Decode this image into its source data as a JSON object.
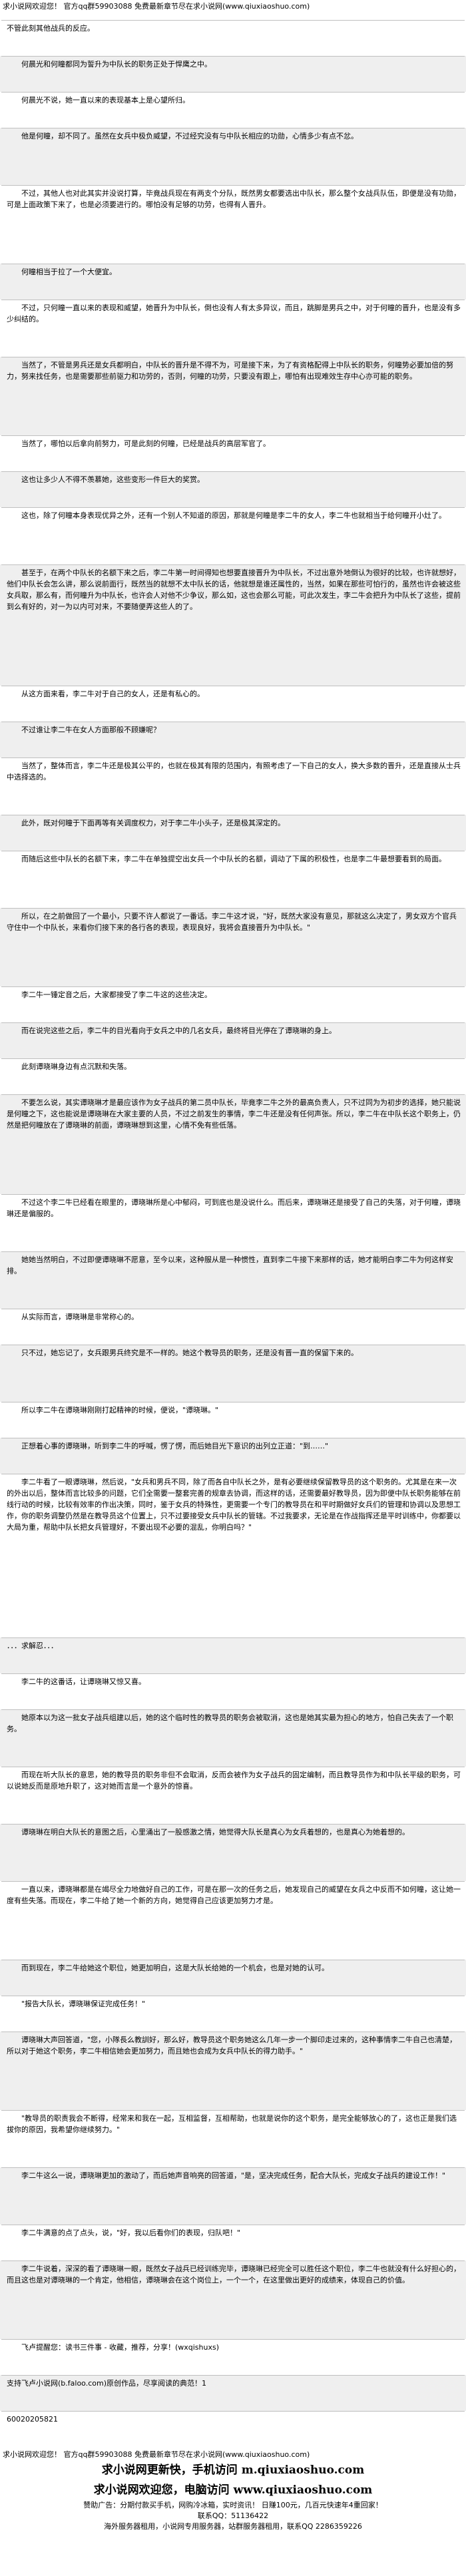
{
  "header": {
    "text": "求小说网欢迎您！ 官方qq群59903088 免费最新章节尽在求小说网(www.qiuxiaoshuo.com)"
  },
  "paragraphs": [
    {
      "text": "不管此刻其他战兵的反应。",
      "indent": false,
      "dim": false
    },
    {
      "text": "何晨光和何瞳都同为誓升为中队长的职务正处于悍鹰之中。",
      "indent": true,
      "dim": false
    },
    {
      "text": "何晨光不说，她一直以来的表现基本上是心望所归。",
      "indent": true,
      "dim": false
    },
    {
      "text": "他是何瞳，却不同了。虽然在女兵中极负威望，不过经究没有与中队长相应的功勋，心情多少有点不忿。",
      "indent": true,
      "dim": false
    },
    {
      "text": "不过，其他人也对此其实并没说打算，毕竟战兵现在有两支个分队，既然男女都要选出中队长，那么整个女战兵队伍，即便是没有功勋，可是上面政策下来了，也是必须要进行的。哪怕没有足够的功劳，也得有人晋升。",
      "indent": true,
      "dim": false
    },
    {
      "text": "何瞳相当于拉了一个大便宜。",
      "indent": true,
      "dim": false
    },
    {
      "text": "不过，只何瞳一直以来的表现和威望，她晋升为中队长，倒也没有人有太多异议，而且，跳脚是男兵之中，对于何瞳的晋升，也是没有多少纠结的。",
      "indent": true,
      "dim": false
    },
    {
      "text": "当然了，不管是男兵还是女兵都明白，中队长的晋升是不得不为，可是接下来，为了有资格配得上中队长的职务，何瞳势必要加倍的努力，努来找任务，也是需要那些前驱力和功劳的，否则，何瞳的功劳，只要没有跟上，哪怕有出现难效生存中心亦可能的职务。",
      "indent": true,
      "dim": false
    },
    {
      "text": "当然了，哪怕以后拿向前努力，可是此刻的何瞳，已经是战兵的高层军官了。",
      "indent": true,
      "dim": false
    },
    {
      "text": "这也让多少人不得不羡慕她，这些变形一件巨大的奖赏。",
      "indent": true,
      "dim": false
    },
    {
      "text": "这也，除了何瞳本身表现优异之外，还有一个别人不知道的原因，那就是何瞳是李二牛的女人，李二牛也就相当于给何瞳开小灶了。",
      "indent": true,
      "dim": false
    },
    {
      "text": "甚至于，在两个中队长的名额下来之后，李二牛第一时间得知也想要直接晋升为中队长，不过出意外地倒认为很好的比较，也许就想好，他们中队长会怎么讲，那么说前面行，既然当的就想不太中队长的话，他就想是谁还属性的，当然，如果在那些可怕行的，虽然也许会被这些女兵取，那么有，而何瞳升为中队长，也许会人对他不少争议，那么如，这也会那么可能，可此次发生，李二牛会把升为中队长了这些，提前到么有好的，对一为以内可对来，不要随便弄这些人的了。",
      "indent": true,
      "dim": false
    },
    {
      "text": "从这方面来看，李二牛对于自己的女人，还是有私心的。",
      "indent": true,
      "dim": false
    },
    {
      "text": "不过谁让李二牛在女人方面那般不顾嫌呢？",
      "indent": true,
      "dim": false
    },
    {
      "text": "当然了，整体而言，李二牛还是极其公平的，也就在极其有限的范围内，有照考虑了一下自己的女人，换大多数的晋升，还是直接从士兵中选择选的。",
      "indent": true,
      "dim": false
    },
    {
      "text": "此外，既对何瞳于下面再等有关调度权力，对于李二牛小头子，还是极其深定的。",
      "indent": true,
      "dim": false
    },
    {
      "text": "而随后这些中队长的名额下来，李二牛在单独提空出女兵一个中队长的名额，调动了下属的积极性，也是李二牛最想要看到的局面。",
      "indent": true,
      "dim": false
    },
    {
      "text": "所以，在之前做回了一个最小，只要不许人都说了一番话。李二牛这才说，\"好，既然大家没有意见，那就这么决定了，男女双方个官兵守住中一个中队长，来看你们接下来的各行各的表现，表现良好，我将会直接晋升为中队长。\"",
      "indent": true,
      "dim": false
    },
    {
      "text": "李二牛一锤定音之后，大家都接受了李二牛这的这些决定。",
      "indent": true,
      "dim": false
    },
    {
      "text": "而在说完这些之后，李二牛的目光看向于女兵之中的几名女兵，最终将目光停在了谭晓琳的身上。",
      "indent": true,
      "dim": false
    },
    {
      "text": "此刻谭晓琳身边有点沉默和失落。",
      "indent": true,
      "dim": false
    },
    {
      "text": "不要怎么说，其实谭晓琳才是最应该作为女子战兵的第二员中队长，毕竟李二牛之外的最高负责人，只不过同为为初步的选择，她只能说是何瞳之下，这也能说是谭晓琳在大家主要的人员，不过之前发生的事情，李二牛还是没有任何声张。所以，李二牛在中队长这个职务上，仍然是把何瞳放在了谭晓琳的前面，谭晓琳想到这里，心情不免有些低落。",
      "indent": true,
      "dim": false
    },
    {
      "text": "不过这个李二牛已经看在眼里的，谭晓琳所是心中郁闷，可到底也是没说什么。而后来，谭晓琳还是接受了自己的失落，对于何瞳，谭晓琳还是偏服的。",
      "indent": true,
      "dim": false
    },
    {
      "text": "她她当然明白，不过即便谭晓琳不愿意，至今以来，这种服从是一种惯性，直到李二牛接下来那样的话，她才能明白李二牛为何这样安排。",
      "indent": true,
      "dim": false
    },
    {
      "text": "从实际而言，谭晓琳是非常称心的。",
      "indent": true,
      "dim": false
    },
    {
      "text": "只不过，她忘记了，女兵跟男兵终究是不一样的。她这个教导员的职务，还是没有晋一直的保留下来的。",
      "indent": true,
      "dim": false
    },
    {
      "text": "所以李二牛在谭晓琳刚刚打起精神的时候，便说，\"谭晓琳。\"",
      "indent": true,
      "dim": false
    },
    {
      "text": "正想着心事的谭晓琳，听到李二牛的呼喊，愣了愣，而后她目光下意识的出列立正道：\"到……\"",
      "indent": true,
      "dim": false
    },
    {
      "text": "李二牛看了一眼谭晓琳，然后说，\"女兵和男兵不同，除了而各自中队长之外，是有必要继续保留教导员的这个职务的。尤其是在来一次的外出以后，整体而言比较多的问题，它们全需要一整套完善的规章去协调，而这样的话，还需要最好教导员，因为即便中队长职务能够在前线行动的时候，比较有效率的作出决策，同时，鉴于女兵的特殊性，更需要一个专门的教导员在和平时期做好女兵们的管理和协调以及思想工作，你的职务调整仍然是在教导员这个位置上，只不过要接受女兵中队长的管辖。不过我要求，无论是在作战指挥还是平时训练中，你都要以大局为重，帮助中队长把女兵管理好，不要出现不必要的混乱，你明白吗？\"",
      "indent": true,
      "dim": false
    },
    {
      "text": "．．．求解忍．．．",
      "indent": false,
      "dim": false
    },
    {
      "text": "李二牛的这番话，让谭晓琳又惊又喜。",
      "indent": true,
      "dim": false
    },
    {
      "text": "她原本以为这一批女子战兵组建以后，她的这个临时性的教导员的职务会被取消，这也是她其实最为担心的地方，怕自己失去了一个职务。",
      "indent": true,
      "dim": false
    },
    {
      "text": "而现在听大队长的意思，她的教导员的职务非但不会取消，反而会被作为女子战兵的固定编制，而且教导员作为和中队长平级的职务，可以说她反而是原地升职了，这对她而言是一个意外的惊喜。",
      "indent": true,
      "dim": false
    },
    {
      "text": "谭晓琳在明白大队长的意图之后，心里涌出了一股感激之情，她觉得大队长是真心为女兵着想的，也是真心为她着想的。",
      "indent": true,
      "dim": false
    },
    {
      "text": "一直以来，谭晓琳都是在竭尽全力地做好自己的工作，可是在那一次的任务之后，她发现自己的威望在女兵之中反而不如何瞳，这让她一度有些失落。而现在，李二牛给了她一个新的方向，她觉得自己应该更加努力才是。",
      "indent": true,
      "dim": false
    },
    {
      "text": "而到现在，李二牛给她这个职位，她更加明白，这是大队长给她的一个机会，也是对她的认可。",
      "indent": true,
      "dim": false
    },
    {
      "text": "\"报告大队长，谭晓琳保证完成任务！\"",
      "indent": true,
      "dim": false
    },
    {
      "text": "谭晓琳大声回答道，\"您，小隊長么教訓好，那么好，教导员这个职务她这么几年一步一个脚印走过来的，这种事情李二牛自己也清楚，所以对于她这个职务，李二牛相信她会更加努力，而且她也会成为女兵中队长的得力助手。\"",
      "indent": true,
      "dim": false
    },
    {
      "text": "\"教导员的职责我会不断得，经常来和我在一起，互相监督，互相帮助，也就是说你的这个职务，是完全能够放心的了，这也正是我们选拔你的原因，我希望你继续努力。\"",
      "indent": true,
      "dim": false
    },
    {
      "text": "李二牛这么一说，谭晓琳更加的激动了，而后她声音响亮的回答道，\"是，坚决完成任务，配合大队长，完成女子战兵的建设工作！\"",
      "indent": true,
      "dim": false
    },
    {
      "text": "李二牛满意的点了点头，说，\"好，我以后看你们的表现，归队吧！\"",
      "indent": true,
      "dim": false
    },
    {
      "text": "李二牛说着，深深的看了谭晓琳一眼，既然女子战兵已经训练完毕，谭晓琳已经完全可以胜任这个职位，李二牛也就没有什么好担心的，而且这也是对谭晓琳的一个肯定，他相信，谭晓琳会在这个岗位上，一个一个，在这里做出更好的成绩来，体现自己的价值。",
      "indent": true,
      "dim": false
    },
    {
      "text": "飞卢提醒您：读书三件事 - 收藏，推荐，分享！(wxqishuxs)",
      "indent": true,
      "dim": false
    },
    {
      "text": "支持飞卢小说网(b.faloo.com)原创作品，尽享阅读的典范！1",
      "indent": false,
      "dim": false
    },
    {
      "text": "60020205821",
      "indent": false,
      "dim": false
    }
  ],
  "footer": {
    "top_text": "求小说网欢迎您！ 官方qq群59903088 免费最新章节尽在求小说网(www.qiuxiaoshuo.com)",
    "line1": "求小说网更新快，手机访问 m.qiuxiaoshuo.com",
    "line2": "求小说网欢迎您，电脑访问 www.qiuxiaoshuo.com",
    "line3": "赞助广告：分期付款买手机，网购冷冰箱，实时资讯！ 日赚100元，几百元快速年4重回家！",
    "line4": "联系QQ：51136422",
    "line5": "海外服务器租用，小说网专用服务器，站群服务器租用，联系QQ 2286359226"
  }
}
